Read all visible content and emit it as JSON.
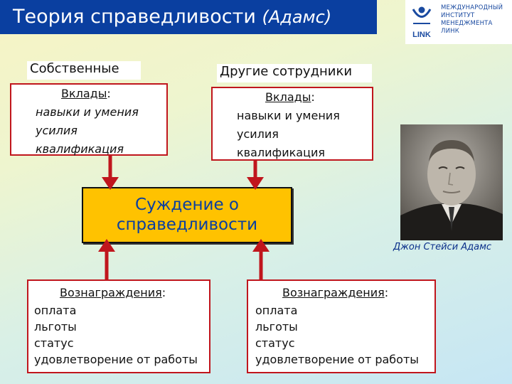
{
  "title": {
    "main": "Теория справедливости",
    "sub": "(Адамс)"
  },
  "logo": {
    "mark": "LINK",
    "lines": [
      "Международный",
      "институт",
      "менеджмента",
      "ЛИНК"
    ]
  },
  "own_label": "Собственные",
  "others_label": "Другие сотрудники",
  "own_inputs": {
    "heading": "Вклады",
    "suffix": ":",
    "items": [
      "навыки и умения",
      "усилия",
      "квалификация"
    ]
  },
  "others_inputs": {
    "heading": "Вклады",
    "suffix": ":",
    "items": [
      "навыки и умения",
      "усилия",
      "квалификация"
    ]
  },
  "judgement": {
    "line1": "Суждение о",
    "line2": "справедливости"
  },
  "photo_caption": "Джон Стейси Адамс",
  "own_rewards": {
    "heading": "Вознаграждения",
    "suffix": ":",
    "items": [
      "оплата",
      "льготы",
      "статус",
      "удовлетворение от работы"
    ]
  },
  "others_rewards": {
    "heading": "Вознаграждения",
    "suffix": ":",
    "items": [
      "оплата",
      "льготы",
      "статус",
      "удовлетворение от работы"
    ]
  },
  "colors": {
    "title_bg": "#0a3fa0",
    "arrow": "#c0161d",
    "center_bg": "#ffc200",
    "center_text": "#0a3fa0"
  }
}
